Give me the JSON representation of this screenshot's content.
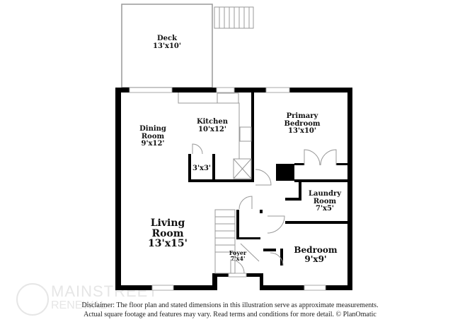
{
  "rooms": {
    "deck": {
      "name": "Deck",
      "size": "13'x10'"
    },
    "kitchen": {
      "name": "Kitchen",
      "size": "10'x12'"
    },
    "dining": {
      "name": "Dining Room",
      "size": "9'x12'"
    },
    "primary_bedroom": {
      "name": "Primary Bedroom",
      "size": "13'x10'"
    },
    "closet": {
      "size": "3'x3'"
    },
    "laundry": {
      "name": "Laundry Room",
      "size": "7'x5'"
    },
    "living": {
      "name": "Living Room",
      "size": "13'x15'"
    },
    "foyer": {
      "name": "Foyer",
      "size": "7'x4'"
    },
    "bedroom": {
      "name": "Bedroom",
      "size": "9'x9'"
    }
  },
  "disclaimer": {
    "line1": "Disclaimer: The floor plan and stated dimensions in this illustration serve as approximate measurements.",
    "line2": "Actual square footage and features may vary. Read terms and conditions for more detail. © PlanOmatic"
  },
  "watermark": {
    "line1": "MAINSTREET",
    "line2": "RENEWAL"
  }
}
